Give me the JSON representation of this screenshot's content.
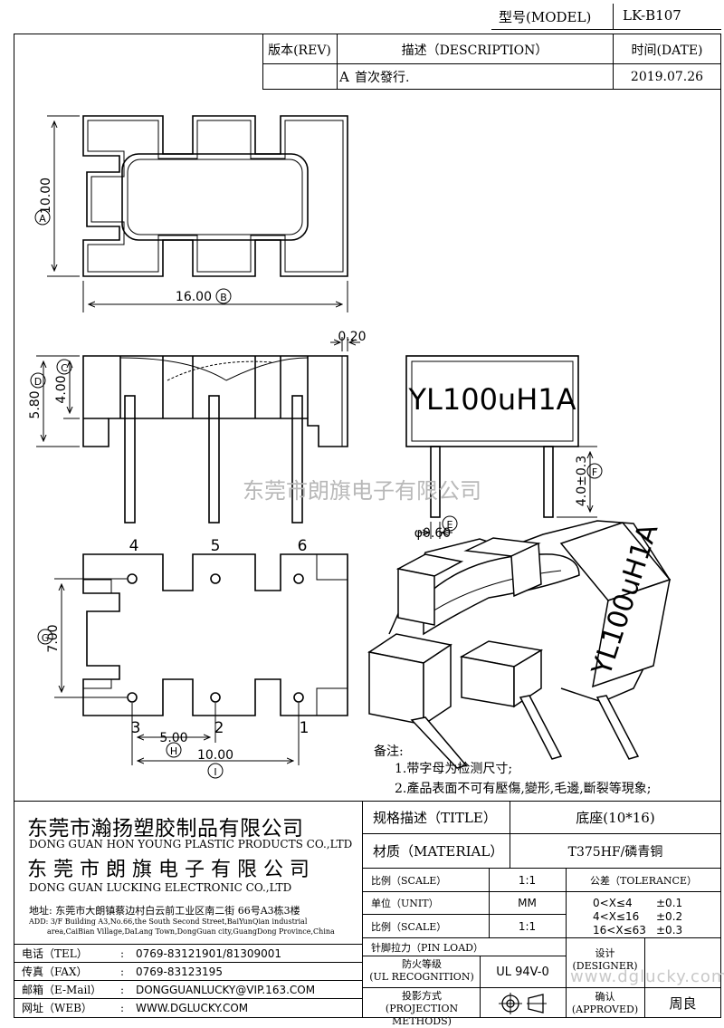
{
  "header": {
    "model_label": "型号(MODEL)",
    "model_value": "LK-B107",
    "rev_label": "版本(REV)",
    "desc_label": "描述（DESCRIPTION）",
    "date_label": "时间(DATE)",
    "rev_value": "A",
    "desc_value": "首次發行.",
    "date_value": "2019.07.26"
  },
  "drawing": {
    "dim_a": "10.00",
    "dim_a_marker": "A",
    "dim_b": "16.00",
    "dim_b_marker": "B",
    "dim_thickness": "0.20",
    "dim_d": "5.80",
    "dim_d_marker": "D",
    "dim_c": "4.00",
    "dim_c_marker": "C",
    "marking": "YL100uH1A",
    "dim_f": "4.0±0.3",
    "dim_f_marker": "F",
    "dim_e": "φ0.60",
    "dim_e_marker": "E",
    "watermark": "东莞市朗旗电子有限公司",
    "pins_top": [
      "4",
      "5",
      "6"
    ],
    "pins_bottom": [
      "3",
      "2",
      "1"
    ],
    "dim_g": "7.00",
    "dim_g_marker": "G",
    "dim_h": "5.00",
    "dim_h_marker": "H",
    "dim_i": "10.00",
    "dim_i_marker": "I",
    "iso_marking": "YL100uH1A"
  },
  "notes": {
    "title": "备注:",
    "items": [
      "1.带字母为检测尺寸;",
      "2.產品表面不可有壓傷,變形,毛邊,斷裂等現象;"
    ]
  },
  "company": {
    "name1_cn": "东莞市瀚扬塑胶制品有限公司",
    "name1_en": "DONG GUAN HON YOUNG PLASTIC PRODUCTS CO.,LTD",
    "name2_cn": "东 莞 市 朗 旗 电 子 有 限 公 司",
    "name2_en": "DONG GUAN LUCKING ELECTRONIC CO.,LTD",
    "address_cn": "地址: 东莞市大朗镇蔡边村白云前工业区南二街 66号A3栋3楼",
    "address_en_1": "ADD: 3/F Building A3,No.66,the South Second Street,BaiYunQian industrial",
    "address_en_2": "area,CaiBian Village,DaLang Town,DongGuan city,GuangDong Province,China"
  },
  "contacts": [
    {
      "label": "电话（TEL）",
      "value": "0769-83121901/81309001"
    },
    {
      "label": "传真（FAX）",
      "value": "0769-83123195"
    },
    {
      "label": "邮箱（E-Mail）",
      "value": "DONGGUANLUCKY@VIP.163.COM"
    },
    {
      "label": "网址（WEB）",
      "value": "WWW.DGLUCKY.COM"
    }
  ],
  "colon": ":",
  "specs": {
    "title_label": "规格描述（TITLE）",
    "title_value": "底座(10*16)",
    "material_label": "材质（MATERIAL）",
    "material_value": "T375HF/磷青铜",
    "scale_label": "比例（SCALE）",
    "scale_value": "1:1",
    "unit_label": "单位（UNIT）",
    "unit_value": "MM",
    "scale2_label": "比例（SCALE）",
    "scale2_value": "1:1",
    "tolerance_label": "公差（TOLERANCE）",
    "tolerances": [
      {
        "range": "0<X≤4",
        "value": "±0.1"
      },
      {
        "range": "4<X≤16",
        "value": "±0.2"
      },
      {
        "range": "16<X≤63",
        "value": "±0.3"
      }
    ],
    "pin_load_label": "针脚拉力（PIN LOAD）",
    "ul_label_1": "防火等级",
    "ul_label_2": "(UL RECOGNITION)",
    "ul_value": "UL 94V-0",
    "designer_label_1": "设计",
    "designer_label_2": "(DESIGNER)",
    "projection_label_1": "投影方式",
    "projection_label_2": "(PROJECTION METHODS)",
    "approved_label_1": "确认",
    "approved_label_2": "(APPROVED)",
    "approved_value": "周良",
    "site_watermark": "www.dglucky.com"
  }
}
